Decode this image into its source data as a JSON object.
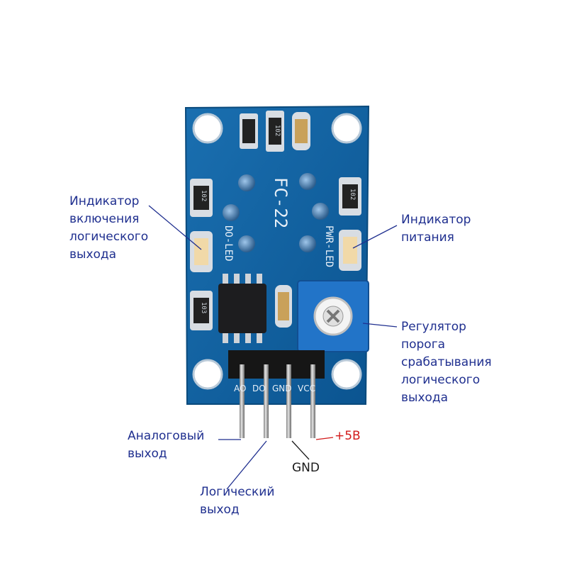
{
  "colors": {
    "pcb": "#0f5f9e",
    "pcb_edge": "#0a4a7c",
    "silk": "#e8f0f8",
    "label": "#1f2f8f",
    "vcc_label": "#d21a1a",
    "gnd_label": "#1a1a1a",
    "trimmer": "#2274c8"
  },
  "board": {
    "name": "FC-22",
    "do_led_marking": "DO-LED",
    "pwr_led_marking": "PWR-LED",
    "pin_markings": [
      "AO",
      "DO",
      "GND",
      "VCC"
    ],
    "resistor_marking_1": "102",
    "resistor_marking_2": "102",
    "resistor_marking_3": "102",
    "resistor_marking_4": "103"
  },
  "labels": {
    "do_led": [
      "Индикатор",
      "включения",
      "логического",
      "выхода"
    ],
    "pwr_led": [
      "Индикатор",
      "питания"
    ],
    "regulator": [
      "Регулятор",
      "порога",
      "срабатывания",
      "логического",
      "выхода"
    ],
    "analog_out": [
      "Аналоговый",
      "выход"
    ],
    "digital_out": [
      "Логический",
      "выход"
    ],
    "gnd": "GND",
    "vcc": "+5В"
  }
}
